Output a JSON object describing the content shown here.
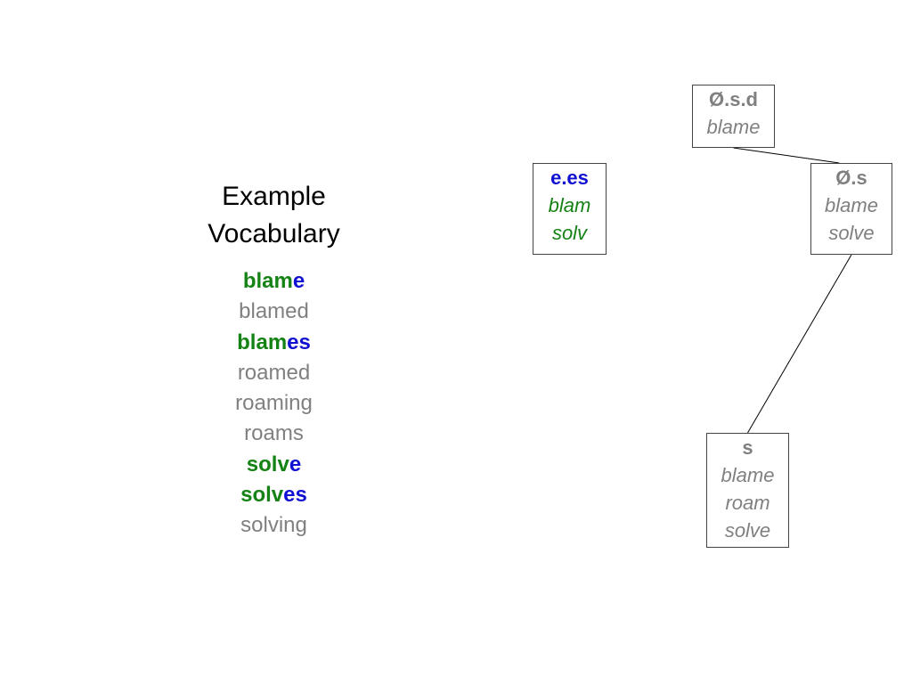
{
  "colors": {
    "stem": "#148214",
    "suffix": "#1010d2",
    "inactive": "#808080",
    "title": "#000000",
    "edge": "#000000"
  },
  "vocabulary": {
    "title_line1": "Example",
    "title_line2": "Vocabulary",
    "words": [
      {
        "stem": "blam",
        "suffix": "e",
        "active": true
      },
      {
        "stem": "blamed",
        "suffix": "",
        "active": false
      },
      {
        "stem": "blam",
        "suffix": "es",
        "active": true
      },
      {
        "stem": "roamed",
        "suffix": "",
        "active": false
      },
      {
        "stem": "roaming",
        "suffix": "",
        "active": false
      },
      {
        "stem": "roams",
        "suffix": "",
        "active": false
      },
      {
        "stem": "solv",
        "suffix": "e",
        "active": true
      },
      {
        "stem": "solv",
        "suffix": "es",
        "active": true
      },
      {
        "stem": "solving",
        "suffix": "",
        "active": false
      }
    ]
  },
  "nodes": [
    {
      "id": "null-s-d",
      "head": "Ø.s.d",
      "head_color": "inactive",
      "items": [
        "blame"
      ],
      "item_color": "inactive"
    },
    {
      "id": "null-s",
      "head": "Ø.s",
      "head_color": "inactive",
      "items": [
        "blame",
        "solve"
      ],
      "item_color": "inactive"
    },
    {
      "id": "s",
      "head": "s",
      "head_color": "inactive",
      "items": [
        "blame",
        "roam",
        "solve"
      ],
      "item_color": "inactive"
    },
    {
      "id": "e-es",
      "head": "e.es",
      "head_color": "suffix",
      "items": [
        "blam",
        "solv"
      ],
      "item_color": "stem"
    }
  ],
  "edges": [
    {
      "from": "null-s-d",
      "to": "null-s"
    },
    {
      "from": "null-s",
      "to": "s"
    }
  ]
}
